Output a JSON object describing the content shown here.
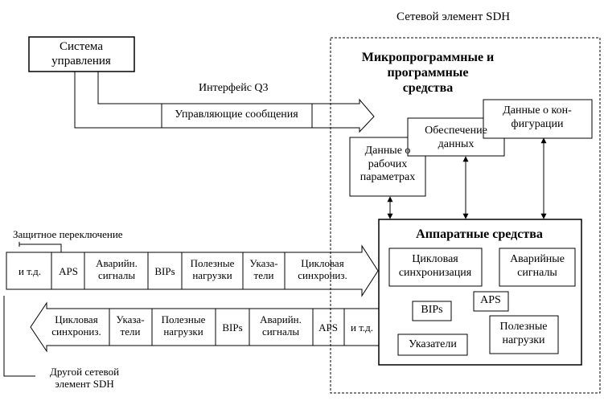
{
  "network_element": {
    "title": "Сетевой элемент SDH",
    "software": {
      "title": "Микропрограммные и\nпрограммные\nсредства",
      "perf_data": "Данные о\nрабочих\nпараметрах",
      "data_support": "Обеспечение\nданных",
      "config_data": "Данные о кон-\nфигурации"
    },
    "hardware": {
      "title": "Аппаратные средства",
      "frame_sync": "Цикловая\nсинхронизация",
      "alarms": "Аварийные\nсигналы",
      "bips": "BIPs",
      "aps": "APS",
      "payloads": "Полезные\nнагрузки",
      "pointers": "Указатели"
    }
  },
  "management_system": {
    "label": "Система\nуправления"
  },
  "q3_interface": {
    "label": "Интерфейс Q3",
    "messages": "Управляющие сообщения"
  },
  "protection_switching": {
    "label": "Защитное переключение"
  },
  "top_stream": {
    "segments": [
      "и т.д.",
      "APS",
      "Аварийн.\nсигналы",
      "BIPs",
      "Полезные\nнагрузки",
      "Указа-\nтели",
      "Цикловая\nсинхрониз."
    ]
  },
  "bottom_stream": {
    "segments": [
      "Цикловая\nсинхрониз.",
      "Указа-\nтели",
      "Полезные\nнагрузки",
      "BIPs",
      "Аварийн.\nсигналы",
      "APS",
      "и т.д."
    ]
  },
  "other_element": {
    "label": "Другой сетевой\nэлемент SDH"
  },
  "colors": {
    "line": "#000000",
    "background": "#ffffff"
  }
}
